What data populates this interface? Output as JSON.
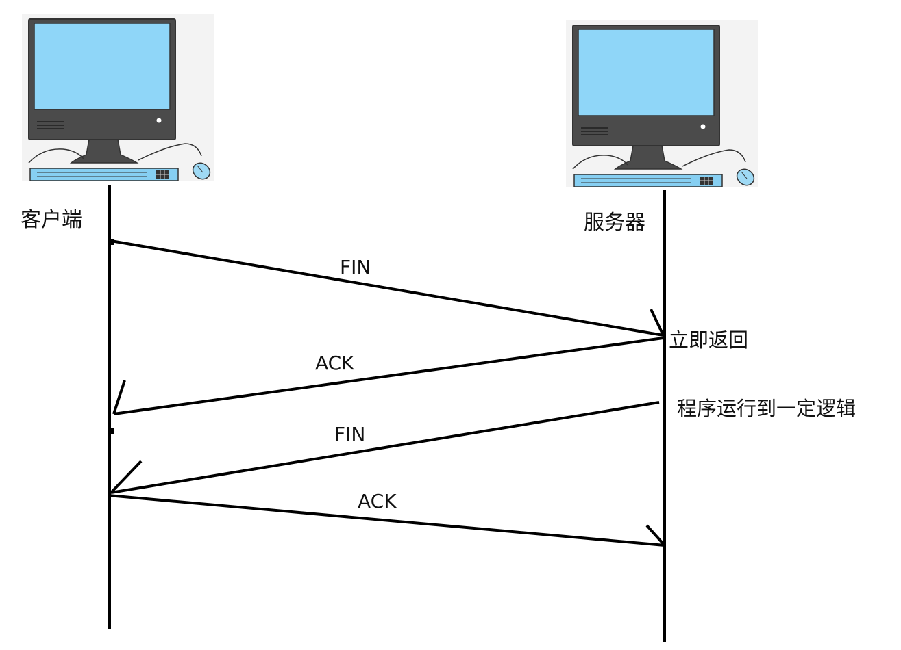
{
  "parties": {
    "client": {
      "label": "客户端"
    },
    "server": {
      "label": "服务器"
    }
  },
  "messages": [
    {
      "from": "client",
      "to": "server",
      "label": "FIN"
    },
    {
      "from": "server",
      "to": "client",
      "label": "ACK"
    },
    {
      "from": "server",
      "to": "client",
      "label": "FIN"
    },
    {
      "from": "client",
      "to": "server",
      "label": "ACK"
    }
  ],
  "notes": [
    {
      "party": "server",
      "text": "立即返回"
    },
    {
      "party": "server",
      "text": "程序运行到一定逻辑"
    }
  ],
  "icons": {
    "screen_color": "#8fd6f8",
    "body_color": "#4a4a4a",
    "mouse_color": "#9fdaf5"
  }
}
